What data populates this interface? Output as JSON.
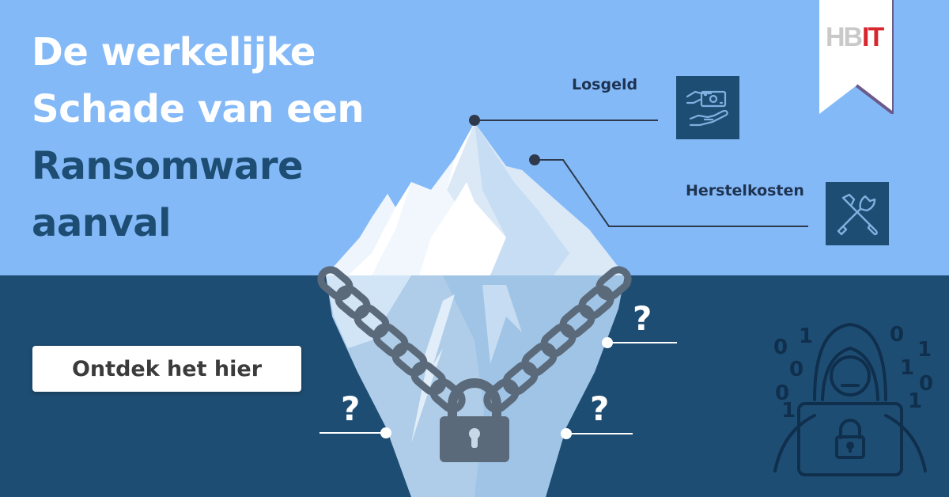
{
  "headline": {
    "line1": "De werkelijke",
    "line2": "Schade van een",
    "line3": "Ransomware",
    "line4": "aanval"
  },
  "cta": {
    "label": "Ontdek het hier"
  },
  "labels": {
    "ransom": "Losgeld",
    "recovery": "Herstelkosten"
  },
  "hidden_costs": {
    "mark_1": "?",
    "mark_2": "?",
    "mark_3": "?"
  },
  "logo": {
    "text": "HBIT"
  },
  "hacker": {
    "binary_digits": [
      "0",
      "1",
      "0",
      "0",
      "1",
      "1",
      "1",
      "0",
      "1",
      "0"
    ]
  },
  "icons": {
    "ransom_tile": "money-hand-icon",
    "recovery_tile": "tools-icon",
    "lock": "padlock-icon",
    "hacker": "hacker-icon"
  },
  "colors": {
    "sky": "#84b9f8",
    "sea": "#1e4d73",
    "headline_white": "#ffffff",
    "headline_dark": "#1e4d73",
    "cta_bg": "#ffffff",
    "cta_text": "#3b3b3b",
    "label_text": "#1e3350",
    "tile_bg": "#1e4d73",
    "chain": "#5a6a7a",
    "logo_red": "#d8262f"
  }
}
